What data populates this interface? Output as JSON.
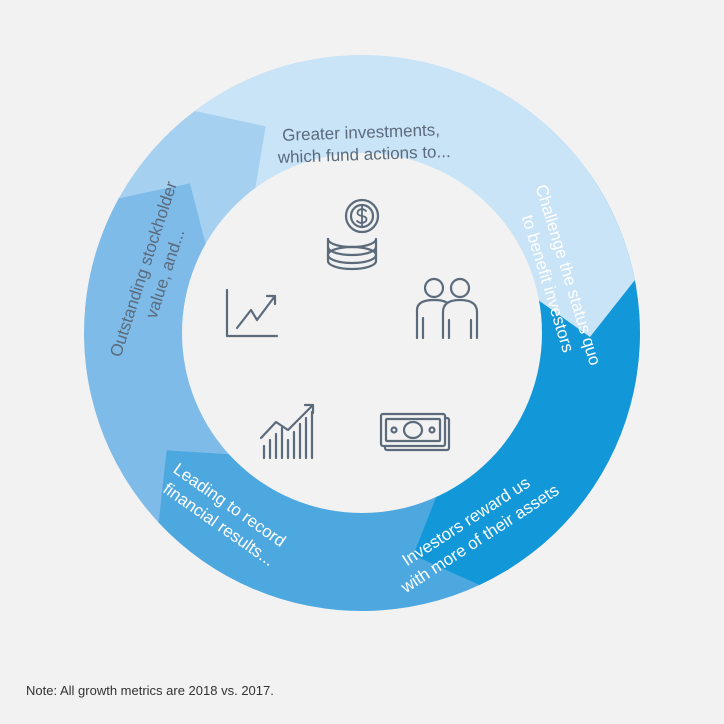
{
  "segments": [
    {
      "id": "greater-investments",
      "line1": "Greater investments,",
      "line2": "which fund actions to...",
      "color": "#c9e3f7",
      "text_color": "#5b6b7c"
    },
    {
      "id": "challenge-status-quo",
      "line1": "Challenge the status quo",
      "line2": "to benefit investors",
      "color": "#1297d8",
      "text_color": "#ffffff"
    },
    {
      "id": "investors-reward",
      "line1": "Investors reward us",
      "line2": "with more of their assets",
      "color": "#4ea8e0",
      "text_color": "#ffffff"
    },
    {
      "id": "leading-to-results",
      "line1": "Leading to record",
      "line2": "financial results...",
      "color": "#7ebbe9",
      "text_color": "#ffffff"
    },
    {
      "id": "outstanding-value",
      "line1": "Outstanding stockholder",
      "line2": "value, and...",
      "color": "#a6d0f0",
      "text_color": "#5b6b7c"
    }
  ],
  "icons": [
    "coins-icon",
    "people-icon",
    "banknote-icon",
    "bar-chart-icon",
    "line-chart-icon"
  ],
  "inner_circle_color": "#f2f2f2",
  "icon_color": "#5b6b7c",
  "note": "Note: All growth metrics are 2018 vs. 2017."
}
